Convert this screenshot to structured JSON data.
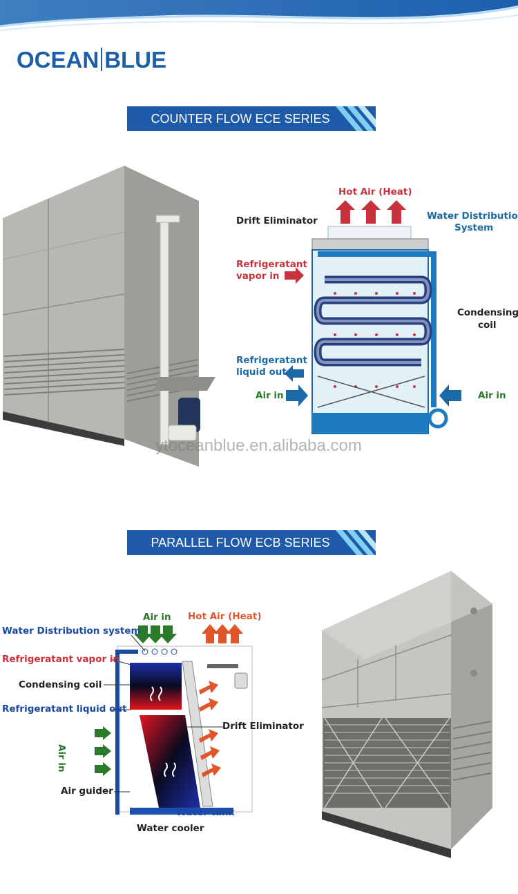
{
  "brand": {
    "left": "OCEAN",
    "right": "BLUE"
  },
  "sections": [
    {
      "title": "COUNTER FLOW ECE SERIES"
    },
    {
      "title": "PARALLEL FLOW ECB SERIES"
    }
  ],
  "watermark": "ytoceanblue.en.alibaba.com",
  "ece_diagram": {
    "hot_air": "Hot Air (Heat)",
    "drift_eliminator": "Drift Eliminator",
    "water_distribution_l1": "Water Distribution",
    "water_distribution_l2": "System",
    "vapor_in_l1": "Refrigeratant",
    "vapor_in_l2": "vapor in",
    "condensing_l1": "Condensing",
    "condensing_l2": "coil",
    "liquid_out_l1": "Refrigeratant",
    "liquid_out_l2": "liquid out",
    "air_in_left": "Air in",
    "air_in_right": "Air in"
  },
  "ecb_diagram": {
    "air_in_top": "Air in",
    "hot_air": "Hot Air (Heat)",
    "water_distribution": "Water Distribution system",
    "vapor_in": "Refrigeratant vapor in",
    "condensing_coil": "Condensing coil",
    "liquid_out": "Refrigeratant liquid out",
    "air_in_side": "Air in",
    "drift_eliminator": "Drift Eliminator",
    "air_guider": "Air guider",
    "water_tank": "Water tank",
    "water_cooler": "Water cooler"
  },
  "colors": {
    "brand": "#1a5fa8",
    "banner": "#1e5aa8",
    "hot": "#c8323c",
    "water": "#1b6aa8",
    "air_green": "#2a7a2a"
  }
}
